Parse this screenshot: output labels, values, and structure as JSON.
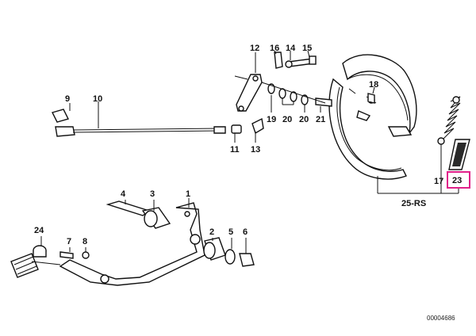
{
  "part_labels": {
    "p1": "1",
    "p2": "2",
    "p3": "3",
    "p4": "4",
    "p5": "5",
    "p6": "6",
    "p7": "7",
    "p8": "8",
    "p9": "9",
    "p10": "10",
    "p11": "11",
    "p12": "12",
    "p13": "13",
    "p14": "14",
    "p15": "15",
    "p16": "16",
    "p17": "17",
    "p18": "18",
    "p19": "19",
    "p20": "20",
    "p21": "21",
    "p23": "23",
    "p24": "24",
    "p25": "25-RS"
  },
  "diagram_code": "00004686",
  "highlight_color": "#e0218a"
}
